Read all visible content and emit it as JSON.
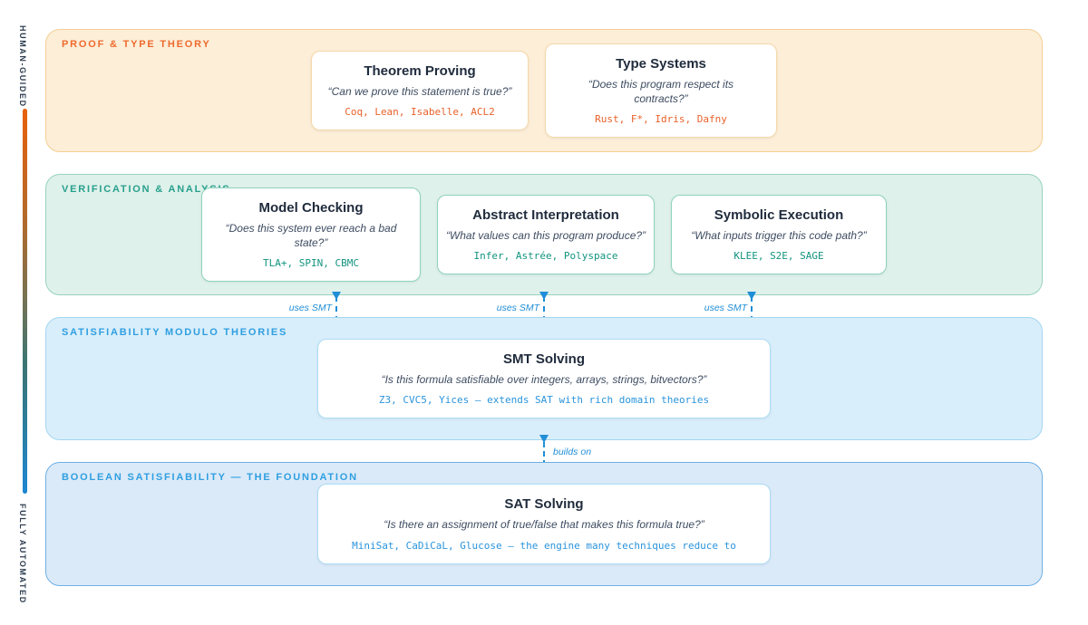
{
  "rail": {
    "top_label": "HUMAN-GUIDED",
    "bottom_label": "FULLY AUTOMATED",
    "gradient_top_color": "#e8600c",
    "gradient_bottom_color": "#1e87d3"
  },
  "bands": [
    {
      "label": "PROOF & TYPE THEORY",
      "accent_color": "#ed6a2d",
      "fill_color": "#fdeed8",
      "cards": [
        {
          "title": "Theorem Proving",
          "quote": "“Can we prove this statement is true?”",
          "tools": "Coq, Lean, Isabelle, ACL2"
        },
        {
          "title": "Type Systems",
          "quote": "“Does this program respect its contracts?”",
          "tools": "Rust, F*, Idris, Dafny"
        }
      ]
    },
    {
      "label": "VERIFICATION & ANALYSIS",
      "accent_color": "#27a08c",
      "fill_color": "#dff1eb",
      "cards": [
        {
          "title": "Model Checking",
          "quote": "“Does this system ever reach a bad state?”",
          "tools": "TLA+, SPIN, CBMC"
        },
        {
          "title": "Abstract Interpretation",
          "quote": "“What values can this program produce?”",
          "tools": "Infer, Astrée, Polyspace"
        },
        {
          "title": "Symbolic Execution",
          "quote": "“What inputs trigger this code path?”",
          "tools": "KLEE, S2E, SAGE"
        }
      ]
    },
    {
      "label": "SATISFIABILITY MODULO THEORIES",
      "accent_color": "#2f9fe0",
      "fill_color": "#d9eefb",
      "cards": [
        {
          "title": "SMT Solving",
          "quote": "“Is this formula satisfiable over integers, arrays, strings, bitvectors?”",
          "tools": "Z3, CVC5, Yices — extends SAT with rich domain theories"
        }
      ]
    },
    {
      "label": "BOOLEAN SATISFIABILITY — THE FOUNDATION",
      "accent_color": "#2f9fe0",
      "fill_color": "#dbeaf9",
      "cards": [
        {
          "title": "SAT Solving",
          "quote": "“Is there an assignment of true/false that makes this formula true?”",
          "tools": "MiniSat, CaDiCaL, Glucose — the engine many techniques reduce to"
        }
      ]
    }
  ],
  "connectors": {
    "arrow_color": "#1f8ed6",
    "uses_smt_labels": [
      "uses SMT",
      "uses SMT",
      "uses SMT"
    ],
    "builds_on_label": "builds on"
  }
}
